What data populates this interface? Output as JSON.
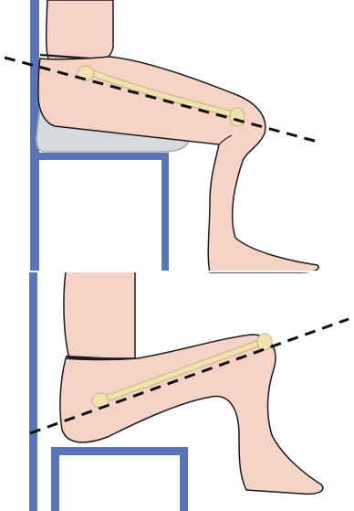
{
  "colors": {
    "chair": "#5b74b8",
    "skin": "#f6d3c6",
    "skin_outline": "#1a1a1a",
    "bone": "#f2e2b0",
    "bone_outline": "#c9b98b",
    "cushion": "#d6d9dd",
    "cushion_outline": "#a7acb2",
    "axis_line": "#111111",
    "background": "#ffffff"
  },
  "panels": [
    {
      "id": "top",
      "description_type": "seated-leg-with-cushion",
      "has_cushion": true
    },
    {
      "id": "bottom",
      "description_type": "seated-leg-low-chair",
      "has_cushion": false
    }
  ]
}
